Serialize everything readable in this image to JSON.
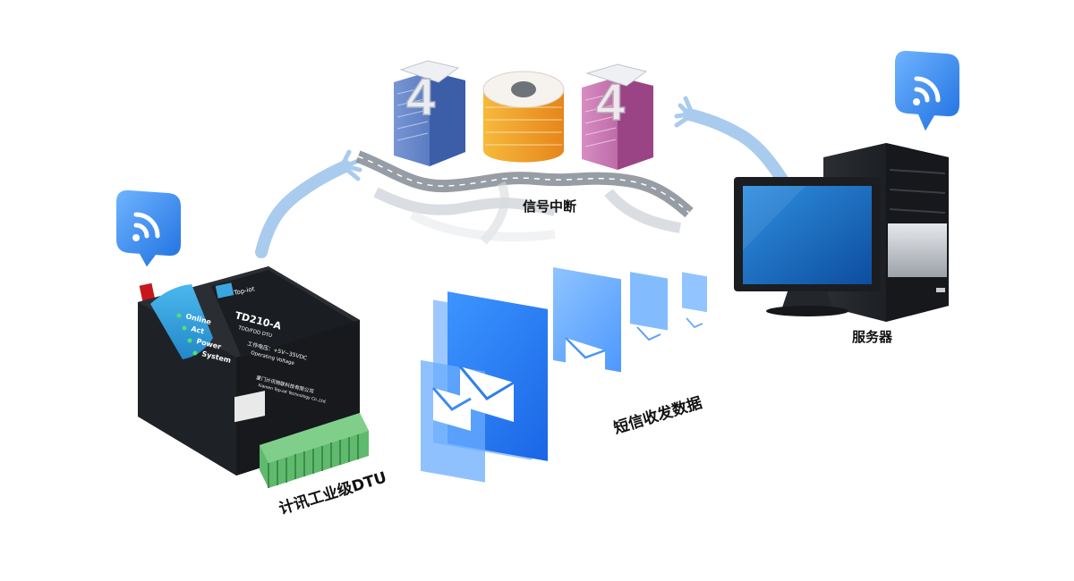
{
  "labels": {
    "signal": "信号中断",
    "server": "服务器",
    "sms": "短信收发数据",
    "dtu": "计讯工业级DTU"
  },
  "signal_digits": [
    "4",
    "0",
    "4"
  ],
  "device": {
    "brand": "Top-iot",
    "model": "TD210-A",
    "subtitle": "TDD/FDD DTU",
    "leds": [
      "Online",
      "Act",
      "Power",
      "System"
    ],
    "voltage_cn": "工作电压：+5V~35VDC",
    "voltage_en": "Operating Voltage",
    "company_cn": "厦门计讯物联科技有限公司",
    "company_en": "Xiamen Top-iot Technology Co.,Ltd."
  },
  "colors": {
    "accent_blue": "#2f86ef",
    "cable_blue": "#a9cbed",
    "device_body": "#1e2226",
    "device_panel": "#3aa6df",
    "terminal_green": "#5fba6e",
    "building_blue": "#5b7fc6",
    "building_orange": "#f2a22a",
    "building_purple": "#c06aa8"
  },
  "icons": [
    "wifi-bubble-icon",
    "wifi-bubble-icon",
    "mail-icon",
    "antenna-icon"
  ]
}
